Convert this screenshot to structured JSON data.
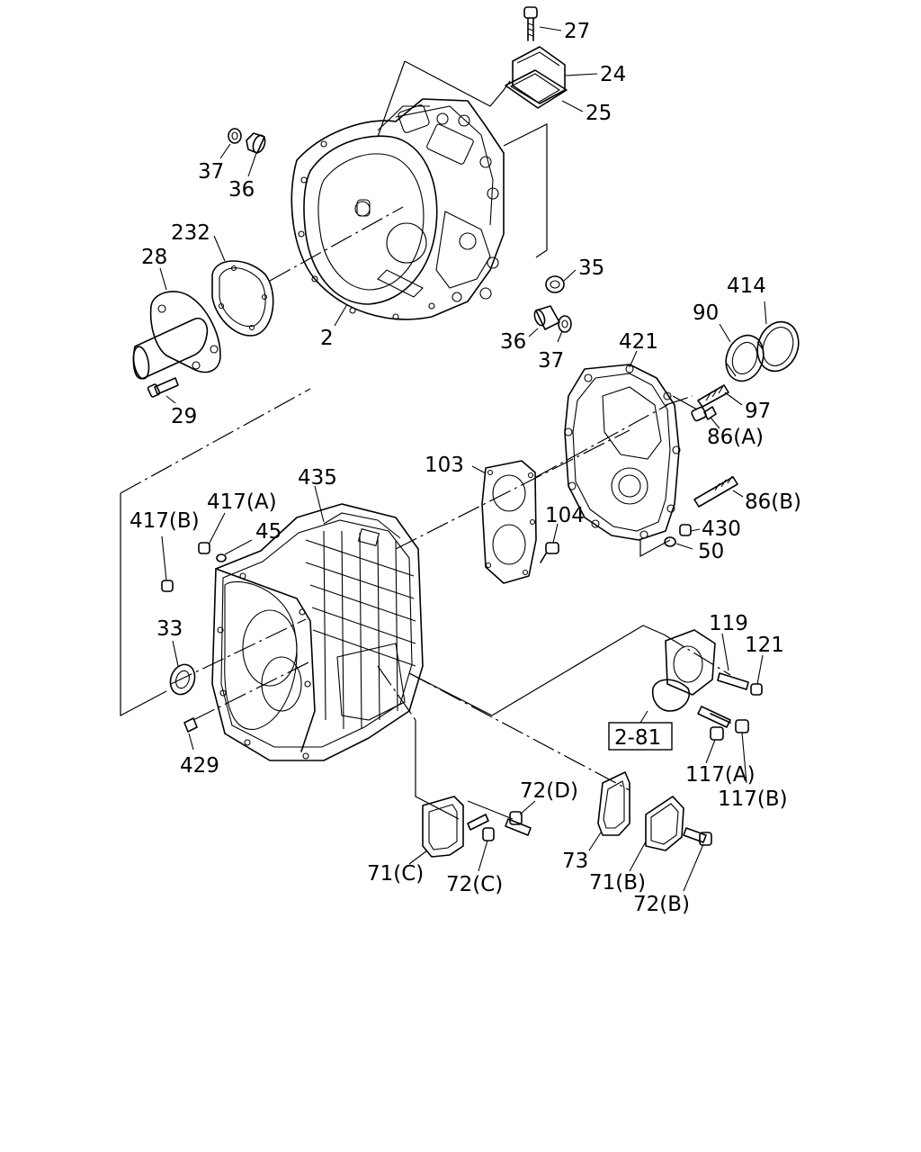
{
  "labels": {
    "l27": "27",
    "l24": "24",
    "l25": "25",
    "l37a": "37",
    "l36a": "36",
    "l232": "232",
    "l28": "28",
    "l2": "2",
    "l35": "35",
    "l36b": "36",
    "l37b": "37",
    "l29": "29",
    "l414": "414",
    "l90": "90",
    "l421": "421",
    "l97": "97",
    "l86a": "86(A)",
    "l103": "103",
    "l435": "435",
    "l417a": "417(A)",
    "l417b": "417(B)",
    "l45": "45",
    "l86b": "86(B)",
    "l104": "104",
    "l430": "430",
    "l50": "50",
    "l33": "33",
    "l119": "119",
    "l121": "121",
    "l281": "2-81",
    "l429": "429",
    "l117a": "117(A)",
    "l117b": "117(B)",
    "l72d": "72(D)",
    "l73": "73",
    "l71c": "71(C)",
    "l72c": "72(C)",
    "l71b": "71(B)",
    "l72b": "72(B)"
  }
}
